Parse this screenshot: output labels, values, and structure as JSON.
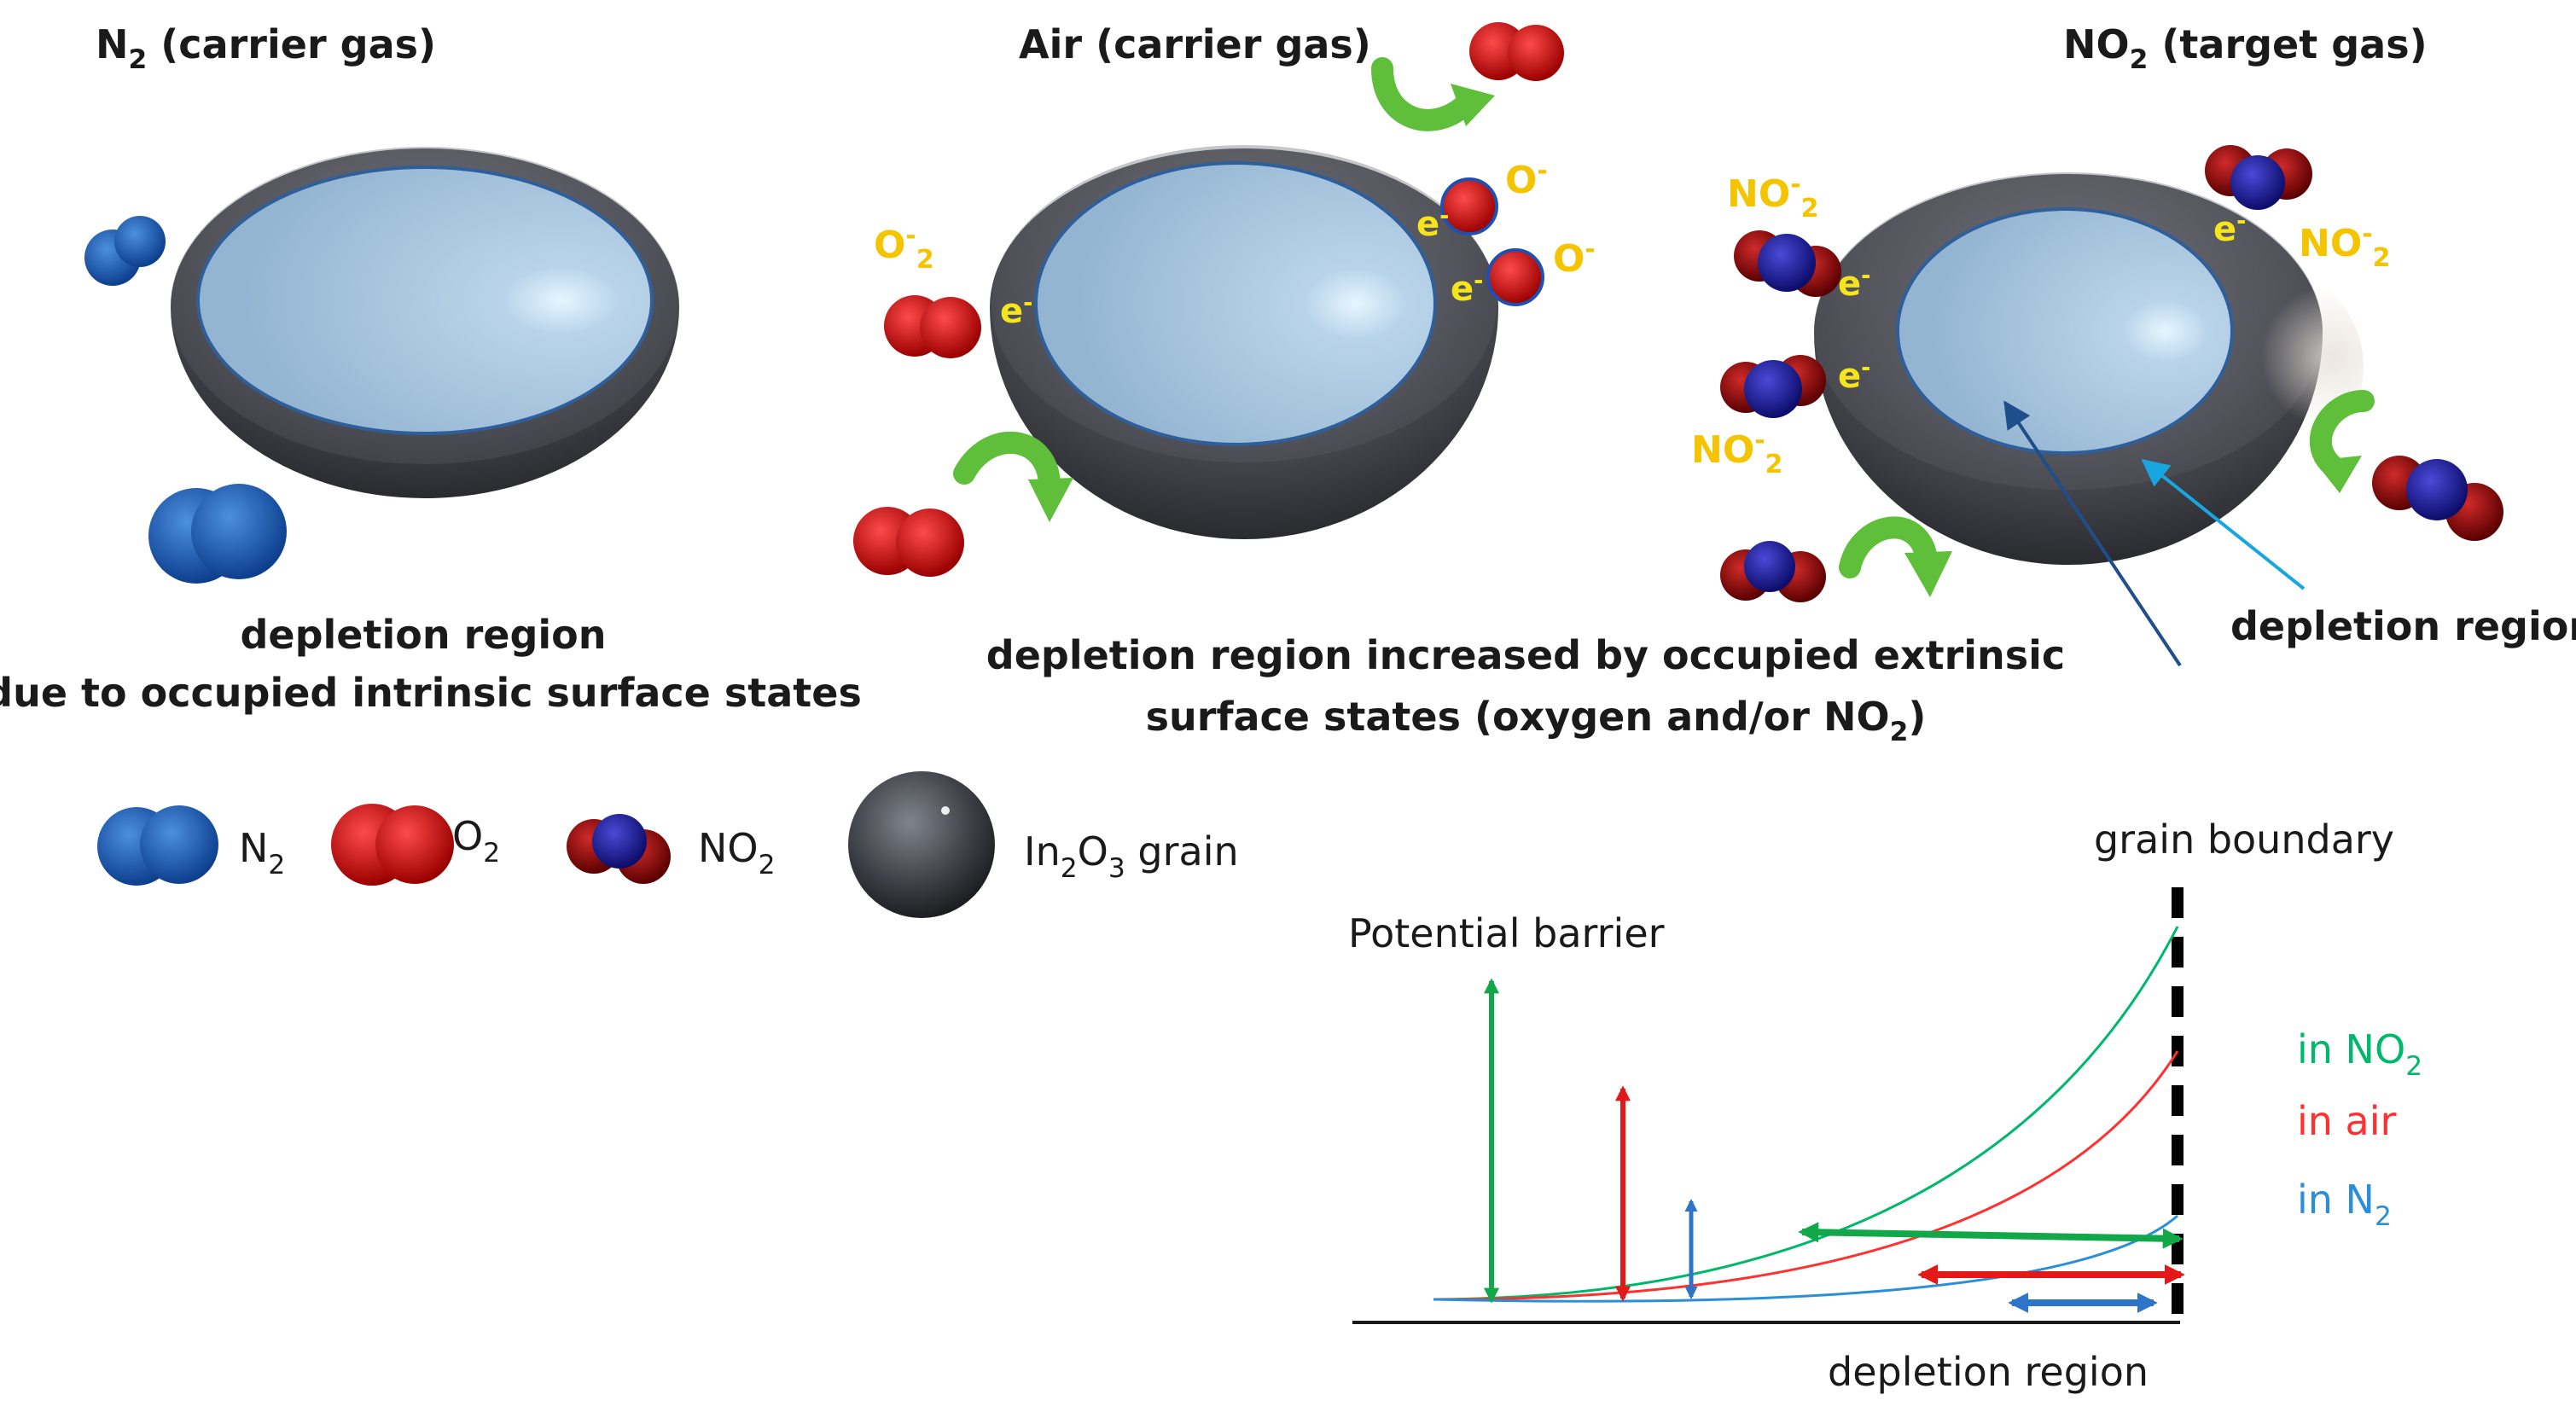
{
  "panels": {
    "n2": {
      "title": "N",
      "title_sub": "2",
      "title_rest": " (carrier gas)",
      "caption_line1": "depletion region",
      "caption_line2": "due to occupied intrinsic surface states"
    },
    "air": {
      "title": "Air (carrier gas)",
      "ion_o2": "O",
      "ion_o2_sup": "-",
      "ion_o2_sub": "2",
      "ion_o": "O",
      "ion_o_sup": "-",
      "electron": "e",
      "electron_sup": "-"
    },
    "no2": {
      "title": "NO",
      "title_sub": "2",
      "title_rest": "   (target gas)",
      "ion_no2": "NO",
      "ion_no2_sup": "-",
      "ion_no2_sub": "2",
      "electron": "e",
      "electron_sup": "-",
      "depletion_label": "depletion region"
    }
  },
  "shared_caption": {
    "line1": "depletion region  increased by occupied extrinsic",
    "line2": "surface states (oxygen and/or NO",
    "line2_sub": "2",
    "line2_end": ")"
  },
  "legend": {
    "n2": "N",
    "n2_sub": "2",
    "o2": "O",
    "o2_sub": "2",
    "no2": "NO",
    "no2_sub": "2",
    "grain_a": "In",
    "grain_sub1": "2",
    "grain_b": "O",
    "grain_sub2": "3",
    "grain_c": " grain"
  },
  "plot": {
    "grain_boundary": "grain boundary",
    "potential_barrier": "Potential barrier",
    "depletion_region": "depletion region",
    "series_no2": "in NO",
    "series_no2_sub": "2",
    "series_air": "in air",
    "series_n2": "in N",
    "series_n2_sub": "2"
  },
  "colors": {
    "no2_curve": "#00b86b",
    "air_curve": "#ff3030",
    "n2_curve": "#2a8fd8",
    "no2_arrow": "#12a84a",
    "air_arrow": "#e31818",
    "n2_arrow": "#2e74c8",
    "ion_label": "#f5c400",
    "electron_label": "#f5e51a",
    "grain_shell": "#4a4b50",
    "grain_core": "#9cbcd6"
  }
}
